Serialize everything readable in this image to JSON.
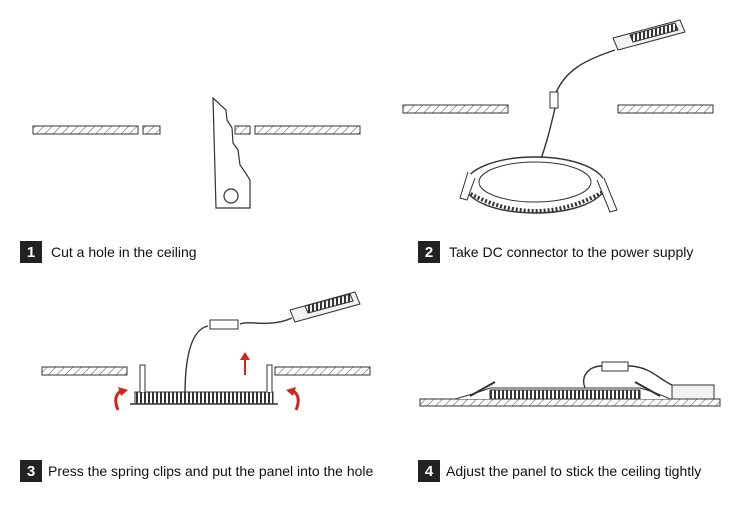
{
  "steps": [
    {
      "number": "1",
      "caption": "Cut a hole in the ceiling"
    },
    {
      "number": "2",
      "caption": "Take DC connector to the power supply"
    },
    {
      "number": "3",
      "caption": "Press the spring clips and put the panel into the hole"
    },
    {
      "number": "4",
      "caption": "Adjust the panel to stick the ceiling tightly"
    }
  ],
  "colors": {
    "line": "#333333",
    "badge": "#222222",
    "arrow": "#d0261d",
    "panel_fill": "#e8e8e8"
  }
}
